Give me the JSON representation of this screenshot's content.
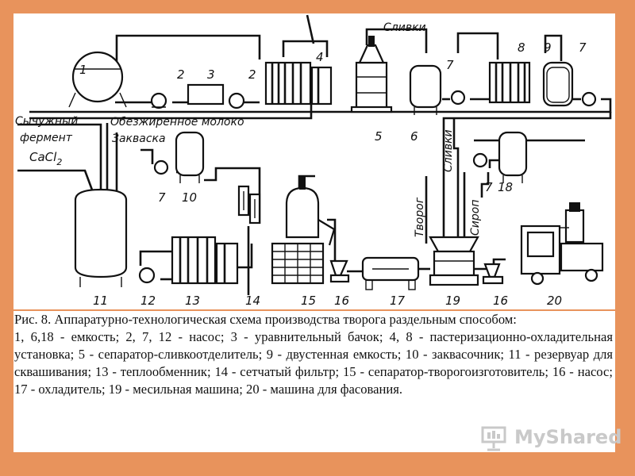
{
  "figure": {
    "numbers": {
      "n1": "1",
      "n2a": "2",
      "n3": "3",
      "n2b": "2",
      "n4": "4",
      "n5": "5",
      "n6": "6",
      "n7a": "7",
      "n8": "8",
      "n9": "9",
      "n7b": "7",
      "n7c": "7",
      "n10": "10",
      "n11": "11",
      "n12": "12",
      "n13": "13",
      "n14": "14",
      "n15": "15",
      "n16a": "16",
      "n17": "17",
      "n19": "19",
      "n16b": "16",
      "n20": "20",
      "n7d": "7",
      "n18": "18"
    },
    "labels": {
      "slivki_top": "Сливки",
      "rennet_line1": "Сычужный",
      "rennet_line2": "фермент",
      "cacl": "CaCl",
      "cacl_sub": "2",
      "skim_milk": "Обезжиренное молоко",
      "starter": "Закваска",
      "slivki_vertical": "Сливки",
      "tvorog_vertical": "Творог",
      "sirop_vertical": "Сироп"
    }
  },
  "caption": {
    "title": "Рис. 8. Аппаратурно-технологическая схема производства творога раздельным способом:",
    "legend": "1, 6,18 - емкость; 2, 7, 12 - насос; 3 - уравнительный бачок; 4, 8 - пастеризационно-охладительная установка; 5  - сепаратор-сливкоотделитель; 9 - двустенная емкость; 10 - заквасочник; 11 - резервуар для сквашивания; 13 - теплообменник; 14 - сетчатый фильтр; 15 - сепаратор-творогоизготовитель; 16 - насос; 17 - охладитель; 19 - месильная машина; 20 - машина для фасования."
  },
  "watermark": {
    "text": "MyShared",
    "icon": "presentation-board-icon"
  },
  "colors": {
    "background": "#E8935C",
    "panel": "#FFFFFF",
    "ink": "#111111",
    "watermark": "#C9C9C9"
  }
}
